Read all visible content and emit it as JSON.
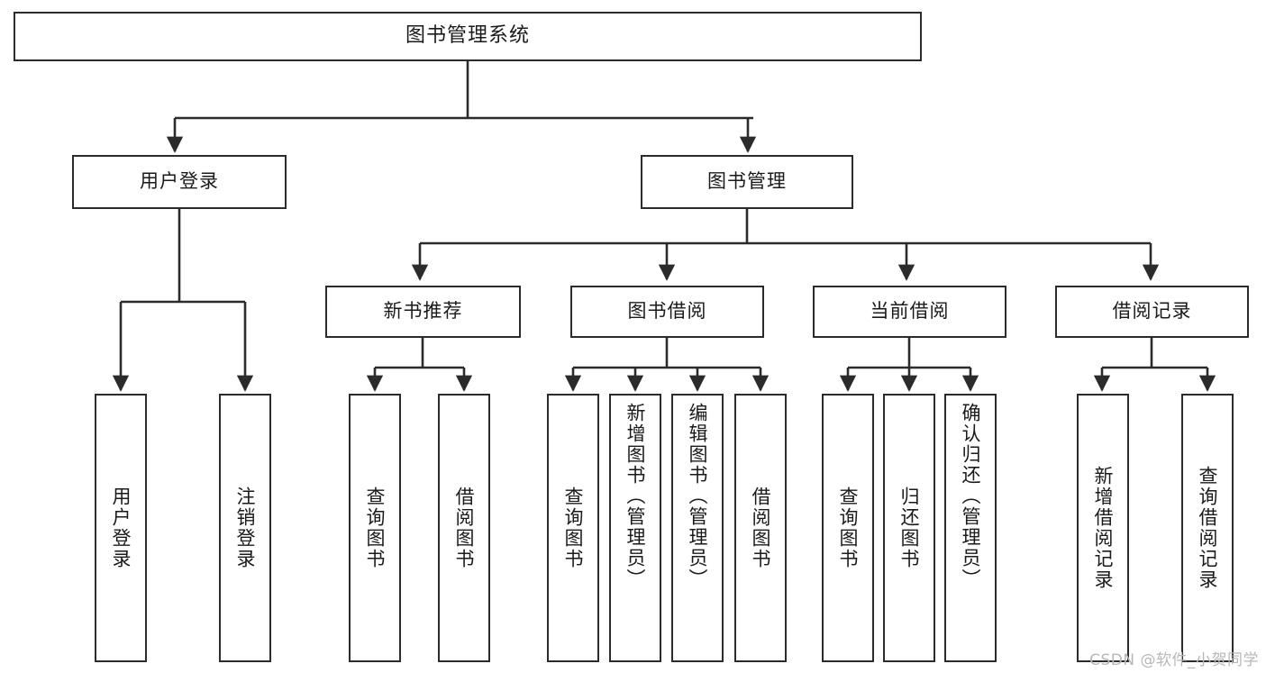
{
  "diagram": {
    "type": "tree-hierarchy-chart",
    "title": "图书管理系统",
    "colors": {
      "box_border": "#2b2b2b",
      "box_fill": "#ffffff",
      "connector": "#2b2b2b",
      "text": "#1a1a1a",
      "background": "#ffffff",
      "watermark": "#b7b7b7"
    },
    "watermark": "CSDN @软件_小贺同学",
    "root": {
      "label": "图书管理系统"
    },
    "level2": [
      {
        "label": "用户登录"
      },
      {
        "label": "图书管理"
      }
    ],
    "level3": [
      {
        "label": "新书推荐"
      },
      {
        "label": "图书借阅"
      },
      {
        "label": "当前借阅"
      },
      {
        "label": "借阅记录"
      }
    ],
    "leaves": {
      "user_login": [
        {
          "label": "用户登录",
          "align": "center"
        },
        {
          "label": "注销登录",
          "align": "center"
        }
      ],
      "new_book_recommend": [
        {
          "label": "查询图书",
          "align": "center"
        },
        {
          "label": "借阅图书",
          "align": "center"
        }
      ],
      "book_borrow": [
        {
          "label": "查询图书",
          "align": "center"
        },
        {
          "label": "新增图书（管理员）",
          "align": "top"
        },
        {
          "label": "编辑图书（管理员）",
          "align": "top"
        },
        {
          "label": "借阅图书",
          "align": "center"
        }
      ],
      "current_borrow": [
        {
          "label": "查询图书",
          "align": "center"
        },
        {
          "label": "归还图书",
          "align": "center"
        },
        {
          "label": "确认归还（管理员）",
          "align": "top"
        }
      ],
      "borrow_record": [
        {
          "label": "新增借阅记录",
          "align": "center"
        },
        {
          "label": "查询借阅记录",
          "align": "center"
        }
      ]
    }
  }
}
